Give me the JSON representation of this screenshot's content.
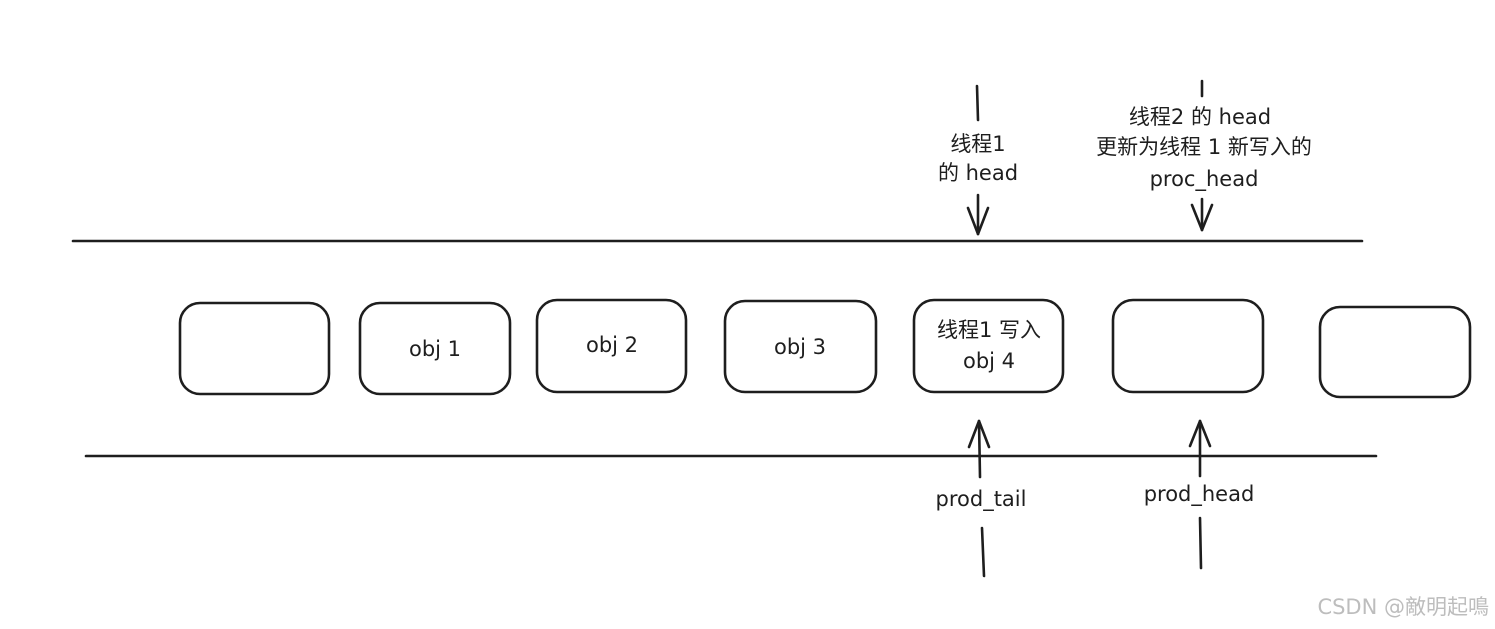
{
  "cells": [
    {
      "label": [
        ""
      ]
    },
    {
      "label": [
        "obj 1"
      ]
    },
    {
      "label": [
        "obj 2"
      ]
    },
    {
      "label": [
        "obj 3"
      ]
    },
    {
      "label": [
        "线程1 写入",
        "obj 4"
      ]
    },
    {
      "label": [
        ""
      ]
    },
    {
      "label": [
        ""
      ]
    }
  ],
  "pointers": {
    "thread1_head": [
      "线程1",
      "的 head"
    ],
    "thread2_head": [
      "线程2 的 head",
      "更新为线程 1 新写入的",
      "proc_head"
    ],
    "prod_tail": [
      "prod_tail"
    ],
    "prod_head": [
      "prod_head"
    ]
  },
  "watermark": "CSDN @敵明起鳴"
}
